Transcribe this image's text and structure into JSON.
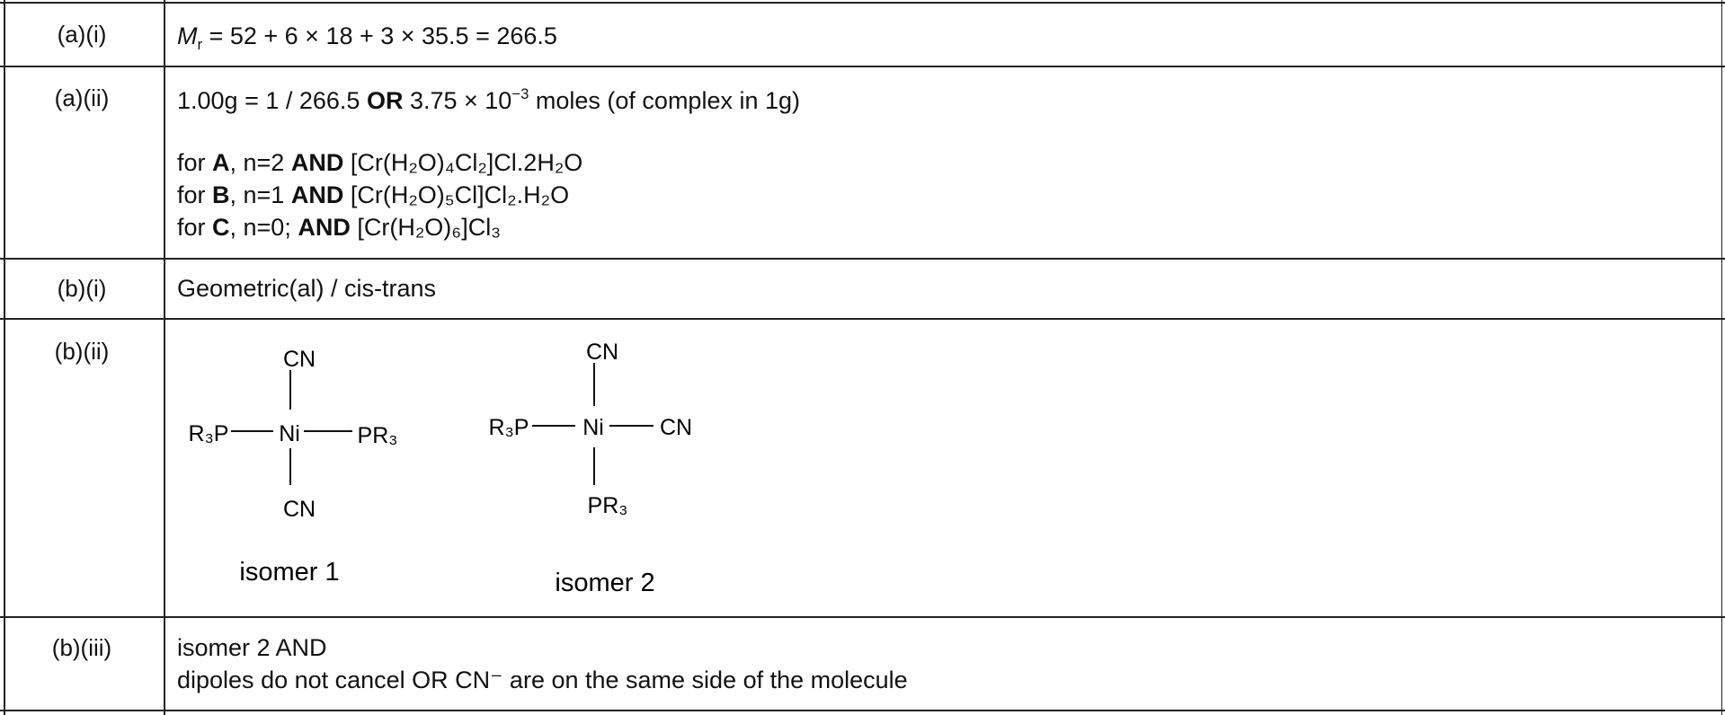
{
  "rows": [
    {
      "label": "(a)(i)",
      "mr_symbol": "M",
      "mr_sub": "r",
      "mr_expression": " = 52 + 6 × 18 + 3 × 35.5 = 266.5"
    },
    {
      "label": "(a)(ii)",
      "moles_lead": "1.00g = 1 / 266.5 ",
      "moles_or": "OR",
      "moles_value": " 3.75 × 10",
      "moles_exp": "−3",
      "moles_tail": " moles (of complex in 1g)",
      "for_word": "for ",
      "and_word": "AND",
      "formula_A": {
        "letter": "A",
        "n_text": ", n=2 ",
        "formula": "[Cr(H₂O)₄Cl₂]Cl.2H₂O"
      },
      "formula_B": {
        "letter": "B",
        "n_text": ", n=1 ",
        "formula": "[Cr(H₂O)₅Cl]Cl₂.H₂O"
      },
      "formula_C": {
        "letter": "C",
        "n_text": ", n=0; ",
        "formula": "[Cr(H₂O)₆]Cl₃"
      }
    },
    {
      "label": "(b)(i)",
      "text": "Geometric(al) / cis-trans"
    },
    {
      "label": "(b)(ii)",
      "isomer1": {
        "top": "CN",
        "left": "R₃P",
        "center": "Ni",
        "right": "PR₃",
        "bottom": "CN",
        "caption": "isomer 1"
      },
      "isomer2": {
        "top": "CN",
        "left": "R₃P",
        "center": "Ni",
        "right": "CN",
        "bottom": "PR₃",
        "caption": "isomer 2"
      }
    },
    {
      "label": "(b)(iii)",
      "line1": "isomer 2 AND",
      "line2": "dipoles do not cancel OR CN⁻ are on the same side of the molecule"
    }
  ]
}
